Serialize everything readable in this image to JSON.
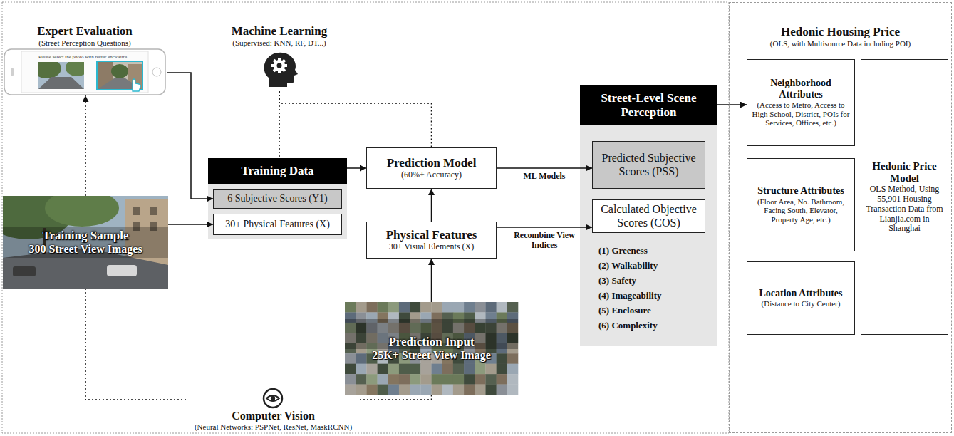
{
  "diagram": {
    "nodes": [
      {
        "text": [
          "Expert Evaluation",
          "(Street Perception Questions)",
          "Please select the photo with better enclosure"
        ]
      },
      {
        "text": [
          "Machine Learning",
          "(Supervised: KNN, RF, DT...)"
        ]
      },
      {
        "text": [
          "Training Sample",
          "300 Street View Images"
        ]
      },
      {
        "text": [
          "Training Data"
        ]
      },
      {
        "text": [
          "6 Subjective Scores (Y1)"
        ],
        "in": 3
      },
      {
        "text": [
          "30+ Physical Features (X)"
        ],
        "in": 3
      },
      {
        "text": [
          "Prediction Model",
          "(60%+ Accuracy)"
        ]
      },
      {
        "text": [
          "Physical Features",
          "30+ Visual Elements (X)"
        ]
      },
      {
        "text": [
          "Prediction Input",
          "25K+ Street View Image"
        ]
      },
      {
        "text": [
          "Computer Vision",
          "(Neural Networks: PSPNet, ResNet, MaskRCNN)"
        ]
      },
      {
        "text": [
          "Street-Level Scene Perception",
          "(1) Greeness",
          "(2) Walkability",
          "(3) Safety",
          "(4) Imageability",
          "(5) Enclosure",
          "(6) Complexity"
        ]
      },
      {
        "text": [
          "Predicted Subjective Scores (PSS)"
        ],
        "in": 10
      },
      {
        "text": [
          "Calculated Objective Scores (COS)"
        ],
        "in": 10
      },
      {
        "text": [
          "Hedonic Housing Price",
          "(OLS, with Multisource Data including POI)"
        ]
      },
      {
        "text": [
          "Neighborhood Attributes",
          "(Access to Metro, Access to High School, District, POIs for Services, Offices, etc.)"
        ],
        "in": 13
      },
      {
        "text": [
          "Structure Attributes",
          "(Floor Area, No. Bathroom, Facing South, Elevator, Property Age, etc.)"
        ],
        "in": 13
      },
      {
        "text": [
          "Location Attributes",
          "(Distance to City Center)"
        ],
        "in": 13
      },
      {
        "text": [
          "Hedonic Price Model",
          "OLS Method, Using 55,901 Housing Transaction Data from Lianjia.com in Shanghai"
        ],
        "in": 13
      }
    ],
    "edges": [
      {
        "from": 2,
        "to": 0,
        "arrow": "to"
      },
      {
        "from": 0,
        "to": 4,
        "arrow": "to"
      },
      {
        "from": 2,
        "to": 5,
        "arrow": "to"
      },
      {
        "from": 2,
        "to": 9,
        "arrow": "none"
      },
      {
        "from": 9,
        "to": 8,
        "arrow": "none"
      },
      {
        "from": 1,
        "to": 3,
        "arrow": "none"
      },
      {
        "from": 1,
        "to": 6,
        "arrow": "none"
      },
      {
        "from": 3,
        "to": 6,
        "arrow": "to"
      },
      {
        "from": 7,
        "to": 6,
        "arrow": "to"
      },
      {
        "from": 8,
        "to": 7,
        "arrow": "to"
      },
      {
        "from": 6,
        "to": 11,
        "label": "ML Models",
        "arrow": "to"
      },
      {
        "from": 7,
        "to": 12,
        "label": "Recombine View Indices",
        "arrow": "to"
      },
      {
        "from": 10,
        "to": 14,
        "arrow": "to"
      }
    ]
  }
}
